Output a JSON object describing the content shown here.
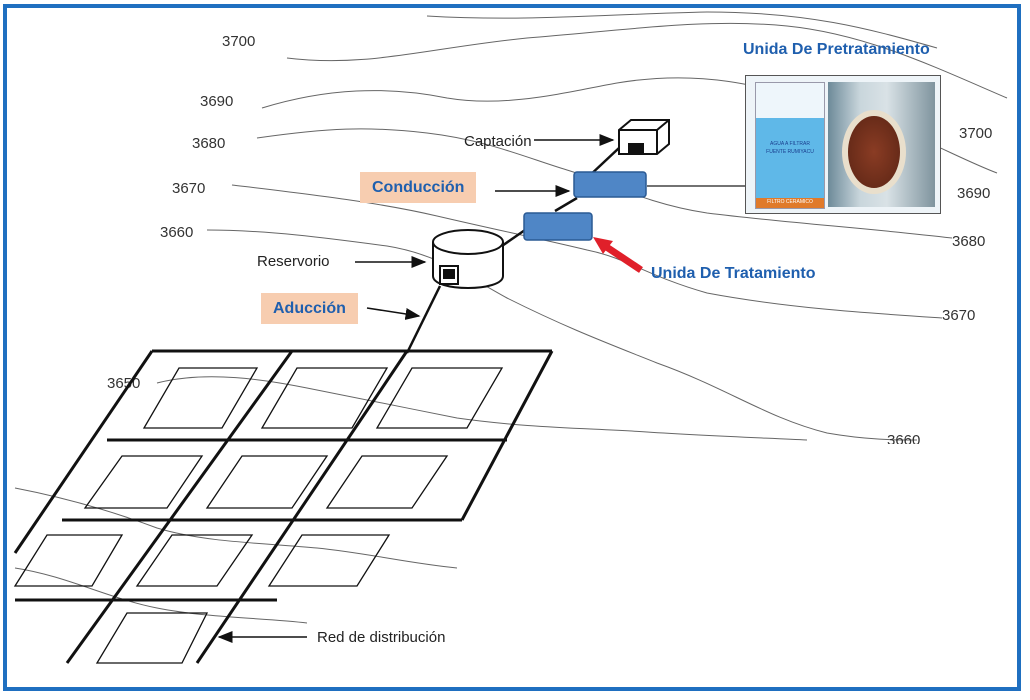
{
  "contours": {
    "c3700_left": "3700",
    "c3690_left": "3690",
    "c3680_left": "3680",
    "c3670_left": "3670",
    "c3660_left": "3660",
    "c3650": "3650",
    "c3700_right": "3700",
    "c3690_right": "3690",
    "c3680_right": "3680",
    "c3670_right": "3670",
    "c3660_cut": "3660"
  },
  "labels": {
    "captacion": "Captación",
    "reservorio": "Reservorio",
    "red": "Red de distribución",
    "conduccion": "Conducción",
    "aduccion": "Aducción",
    "pretratamiento": "Unida De Pretratamiento",
    "tratamiento": "Unida De Tratamiento"
  },
  "photo_text": {
    "line1": "AGUA A FILTRAR",
    "line2": "FUENTE RUMIYACU",
    "line3": "FILTRO CERAMICO"
  },
  "colors": {
    "frame": "#1f6fc0",
    "label_bg": "#f7cdb0",
    "label_text": "#1f5fae",
    "unit_fill": "#4f86c6",
    "arrow_red": "#e0202a"
  }
}
